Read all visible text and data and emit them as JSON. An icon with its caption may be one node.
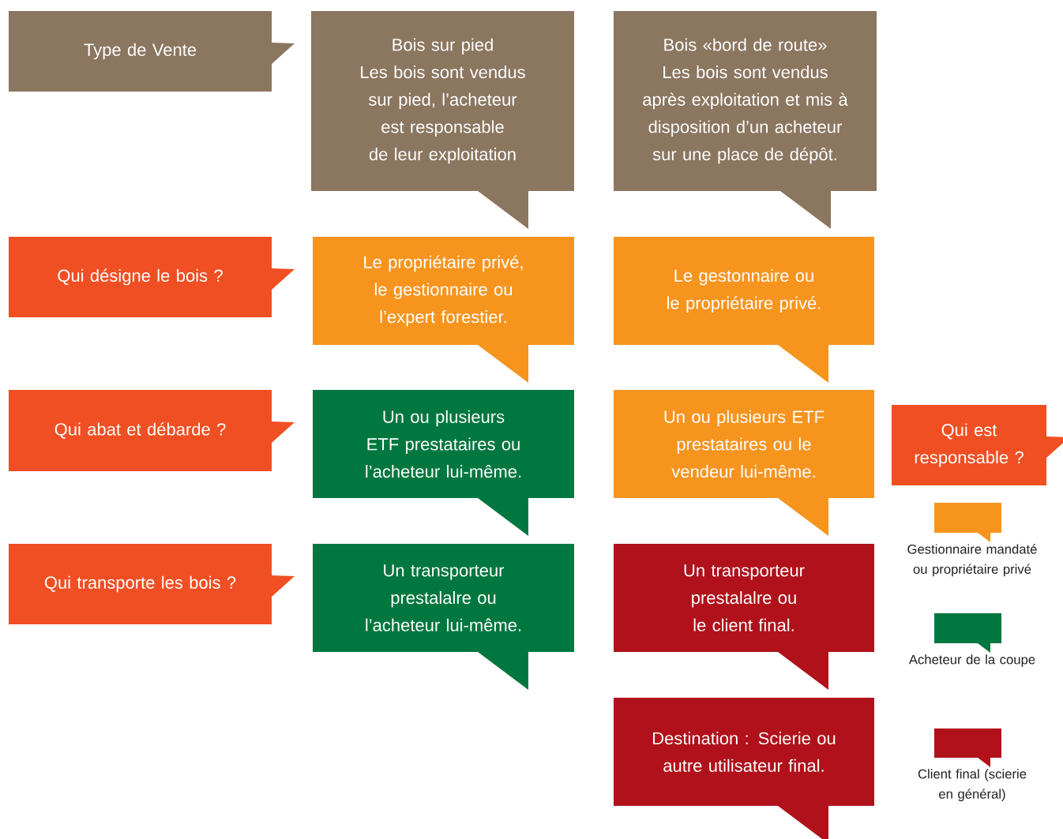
{
  "diagram": {
    "nodes": [
      {
        "text": [
          "Type de Vente"
        ]
      },
      {
        "text": [
          "Bois sur pied",
          "Les bois sont vendus sur pied, l’acheteur est responsable de leur exploitation"
        ]
      },
      {
        "text": [
          "Bois «bord de route»",
          "Les bois sont vendus après exploitation et mis à disposition d’un acheteur sur une place de dépôt."
        ]
      },
      {
        "text": [
          "Qui désigne le bois ?"
        ]
      },
      {
        "text": [
          "Le propriétaire privé, le gestionnaire ou l’expert forestier."
        ]
      },
      {
        "text": [
          "Le gestonnaire ou le propriétaire privé."
        ]
      },
      {
        "text": [
          "Qui abat et débarde ?"
        ]
      },
      {
        "text": [
          "Un ou plusieurs ETF prestataires ou l’acheteur lui-même."
        ]
      },
      {
        "text": [
          "Un ou plusieurs ETF prestataires ou le vendeur lui-même."
        ]
      },
      {
        "text": [
          "Qui est responsable ?"
        ]
      },
      {
        "text": [
          "Qui transporte les bois ?"
        ]
      },
      {
        "text": [
          "Un transporteur prestalalre ou l’acheteur lui-même."
        ]
      },
      {
        "text": [
          "Un transporteur prestalalre ou le client final."
        ]
      },
      {
        "text": [
          "Destination : Scierie ou autre utilisateur final."
        ]
      }
    ],
    "legend": [
      {
        "text": "Gestionnaire mandaté ou propriétaire privé",
        "color": "#f7941e"
      },
      {
        "text": "Acheteur de la coupe",
        "color": "#00773f"
      },
      {
        "text": "Client final (scierie en général)",
        "color": "#b1111b"
      }
    ]
  }
}
